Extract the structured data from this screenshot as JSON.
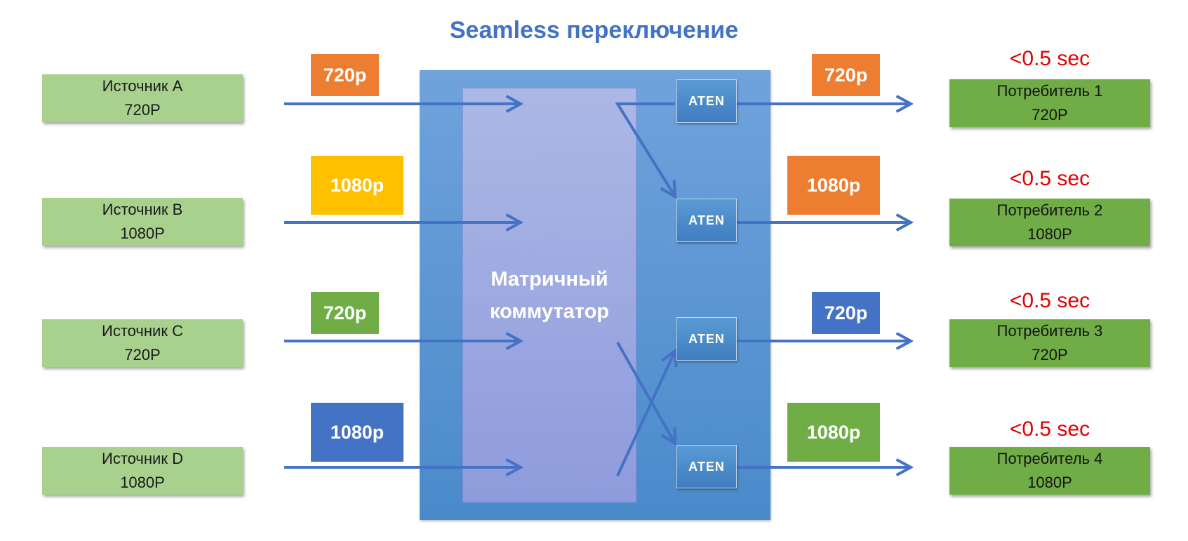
{
  "title": "Seamless переключение",
  "matrix_label_line1": "Матричный",
  "matrix_label_line2": "коммутатор",
  "sources": [
    {
      "name": "Источник A",
      "resolution": "720P"
    },
    {
      "name": "Источник B",
      "resolution": "1080P"
    },
    {
      "name": "Источник C",
      "resolution": "720P"
    },
    {
      "name": "Источник D",
      "resolution": "1080P"
    }
  ],
  "input_badges": [
    {
      "label": "720p",
      "color": "#ED7D31"
    },
    {
      "label": "1080p",
      "color": "#FFC000"
    },
    {
      "label": "720p",
      "color": "#70AD47"
    },
    {
      "label": "1080p",
      "color": "#4472C4"
    }
  ],
  "aten_units": [
    "ATEN",
    "ATEN",
    "ATEN",
    "ATEN"
  ],
  "output_badges": [
    {
      "label": "720p",
      "color": "#ED7D31"
    },
    {
      "label": "1080p",
      "color": "#ED7D31"
    },
    {
      "label": "720p",
      "color": "#4472C4"
    },
    {
      "label": "1080p",
      "color": "#70AD47"
    }
  ],
  "latencies": [
    "<0.5 sec",
    "<0.5 sec",
    "<0.5 sec",
    "<0.5 sec"
  ],
  "consumers": [
    {
      "name": "Потребитель 1",
      "resolution": "720P"
    },
    {
      "name": "Потребитель 2",
      "resolution": "1080P"
    },
    {
      "name": "Потребитель 3",
      "resolution": "720P"
    },
    {
      "name": "Потребитель 4",
      "resolution": "1080P"
    }
  ],
  "colors": {
    "title": "#4472C4",
    "arrow": "#4472C4",
    "source_box": "#A9D18E",
    "consumer_box": "#70AD47",
    "latency": "#E00000"
  }
}
